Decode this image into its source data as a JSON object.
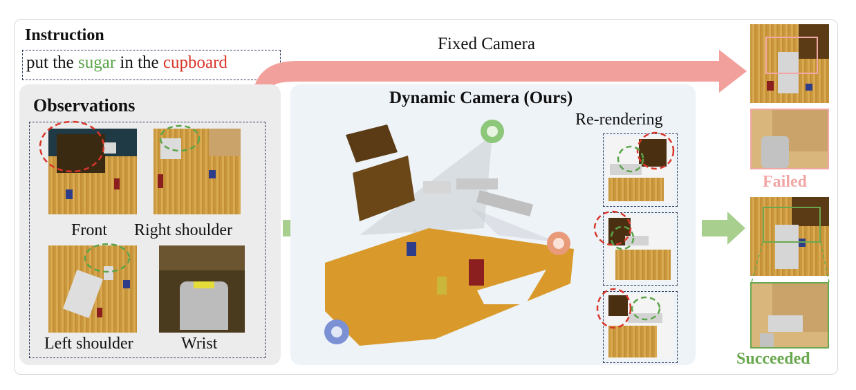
{
  "instruction": {
    "heading": "Instruction",
    "part1": "put the ",
    "object": "sugar",
    "part2": " in the ",
    "target": "cupboard"
  },
  "fixed_camera": {
    "label": "Fixed Camera"
  },
  "observations": {
    "heading": "Observations",
    "views": [
      "Front",
      "Right shoulder",
      "Left shoulder",
      "Wrist"
    ]
  },
  "dynamic": {
    "heading": "Dynamic Camera (Ours)",
    "rerendering_label": "Re-rendering"
  },
  "outcomes": {
    "failed": "Failed",
    "succeeded": "Succeeded"
  },
  "colors": {
    "object_green": "#5aa44a",
    "target_red": "#d9362b",
    "arrow_pink": "#f2a09b",
    "arrow_green": "#a9cf8e",
    "failed_pink": "#f2a7a7",
    "succeeded_green": "#6aa84f",
    "dash_navy": "#2f3a5c"
  }
}
